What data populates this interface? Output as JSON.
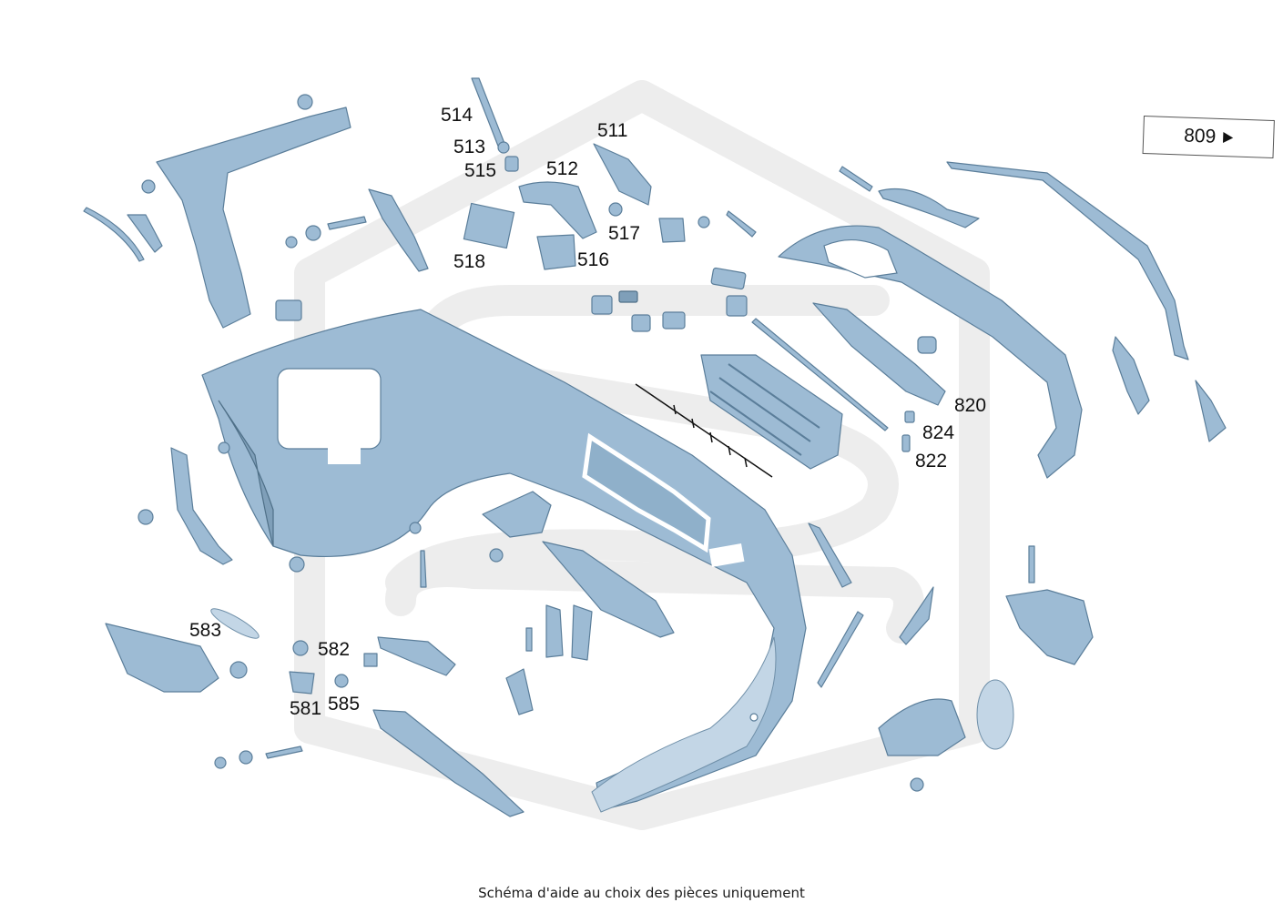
{
  "diagram": {
    "callouts": [
      {
        "id": "511",
        "label": "511"
      },
      {
        "id": "512",
        "label": "512"
      },
      {
        "id": "513",
        "label": "513"
      },
      {
        "id": "514",
        "label": "514"
      },
      {
        "id": "515",
        "label": "515"
      },
      {
        "id": "516",
        "label": "516"
      },
      {
        "id": "517",
        "label": "517"
      },
      {
        "id": "518",
        "label": "518"
      },
      {
        "id": "581",
        "label": "581"
      },
      {
        "id": "582",
        "label": "582"
      },
      {
        "id": "583",
        "label": "583"
      },
      {
        "id": "585",
        "label": "585"
      },
      {
        "id": "820",
        "label": "820"
      },
      {
        "id": "822",
        "label": "822"
      },
      {
        "id": "824",
        "label": "824"
      }
    ],
    "reference_box": {
      "label": "809",
      "icon": "arrow-right-icon"
    },
    "caption": "Schéma d'aide au choix des pièces uniquement",
    "colors": {
      "part_fill": "#9dbbd4",
      "part_stroke": "#5b7e9a",
      "watermark": "#ededed"
    }
  }
}
